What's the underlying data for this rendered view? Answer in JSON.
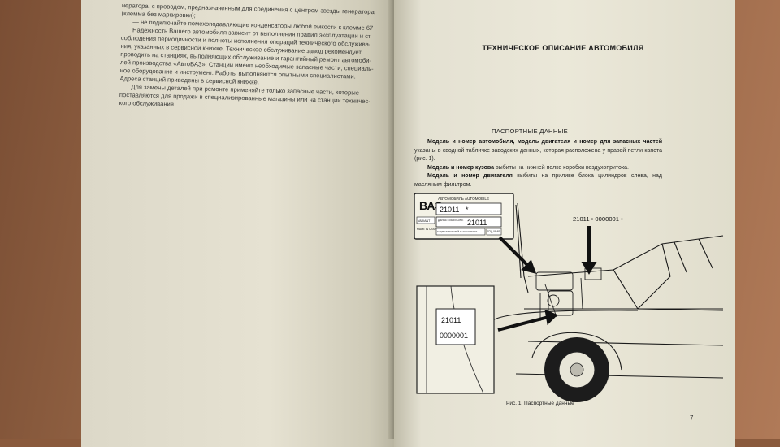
{
  "left_page": {
    "lines": [
      "нератора, с проводом, предназначенным для соединения с центром звезды генератора",
      "(клемма без маркировки);",
      "— не подключайте помехоподавляющие конденсаторы любой емкости к клемме 67",
      "Надежность Вашего автомобиля зависит от выполнения правил эксплуатации и ст",
      "соблюдения периодичности и полноты исполнения операций технического обслужива-",
      "ния, указанных в сервисной книжке. Техническое обслуживание завод рекомендует",
      "проводить на станциях, выполняющих обслуживание и гарантийный ремонт автомоби-",
      "лей производства «АвтоВАЗ». Станции имеют необходимые запасные части, специаль-",
      "ное оборудование и инструмент. Работы выполняются опытными специалистами.",
      "Адреса станций приведены в сервисной книжке.",
      "Для замены деталей при ремонте применяйте только запасные части, которые",
      "поставляются для продажи в специализированные магазины или на станции техничес-",
      "кого обслуживания."
    ]
  },
  "right_page": {
    "header": "ТЕХНИЧЕСКОЕ ОПИСАНИЕ АВТОМОБИЛЯ",
    "section_title": "ПАСПОРТНЫЕ ДАННЫЕ",
    "para1_bold": "Модель и номер автомобиля, модель двигателя и номер для запасных частей",
    "para1_rest": "указаны в сводной табличке заводских данных, которая расположена у правой петли капота (рис. 1).",
    "para2_bold": "Модель и номер кузова",
    "para2_rest": "выбиты на нижней полке коробки воздухопритока.",
    "para3_bold": "Модель и номер двигателя",
    "para3_rest": "выбиты на приливе блока цилиндров слева, над масляным фильтром.",
    "figure": {
      "plate_brand": "ВАЗ",
      "plate_title": "АВТОМОБИЛЬ AUTOMOBILE",
      "plate_model": "21011",
      "plate_model_mark": "*",
      "plate_variant": "VARIANT",
      "plate_engine_label": "ДВИГАТЕЛЬ ENGINE",
      "plate_engine": "21011",
      "plate_made_in": "MADE IN USSR",
      "plate_spares": "№ ДЛЯ ЗАПЧАСТЕЙ № FOR SPARES",
      "plate_year": "ГОД YEAR",
      "body_number": "21011 • 0000001 •",
      "engine_model": "21011",
      "engine_number": "0000001"
    },
    "caption": "Рис. 1. Паспортные данные",
    "page_number": "7"
  }
}
